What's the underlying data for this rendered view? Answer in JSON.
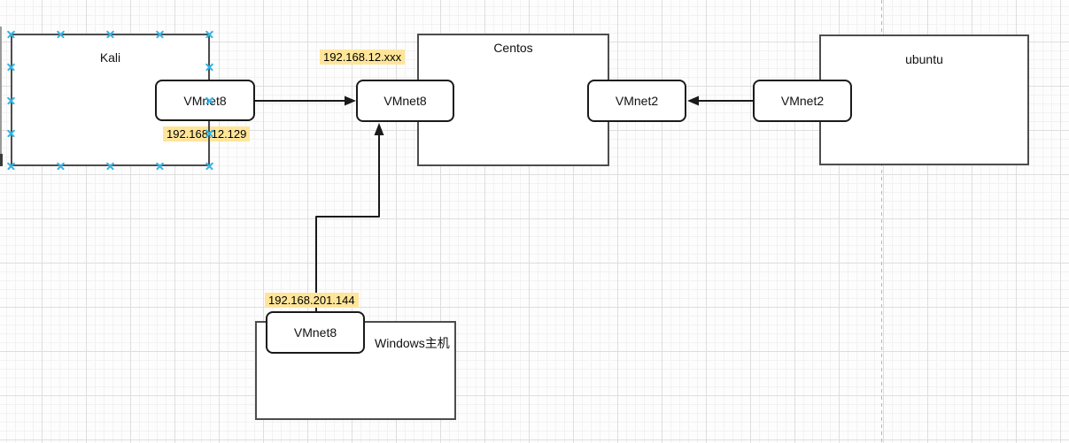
{
  "vms": {
    "kali": "Kali",
    "centos": "Centos",
    "ubuntu": "ubuntu",
    "windows": "Windows主机"
  },
  "adapters": {
    "kali_vmnet8": "VMnet8",
    "center_vmnet8": "VMnet8",
    "centos_vmnet2": "VMnet2",
    "ubuntu_vmnet2": "VMnet2",
    "windows_vmnet8": "VMnet8"
  },
  "ip_labels": {
    "kali": "192.168.12.129",
    "centos_net": "192.168.12.xxx",
    "windows": "192.168.201.144"
  },
  "colors": {
    "ip_highlight": "#ffe59a",
    "connection_point": "#33b5e5",
    "vm_border": "#4d4d4d",
    "adapter_border": "#1a1a1a",
    "arrow": "#1a1a1a",
    "page_guide": "#b9b9b9"
  }
}
